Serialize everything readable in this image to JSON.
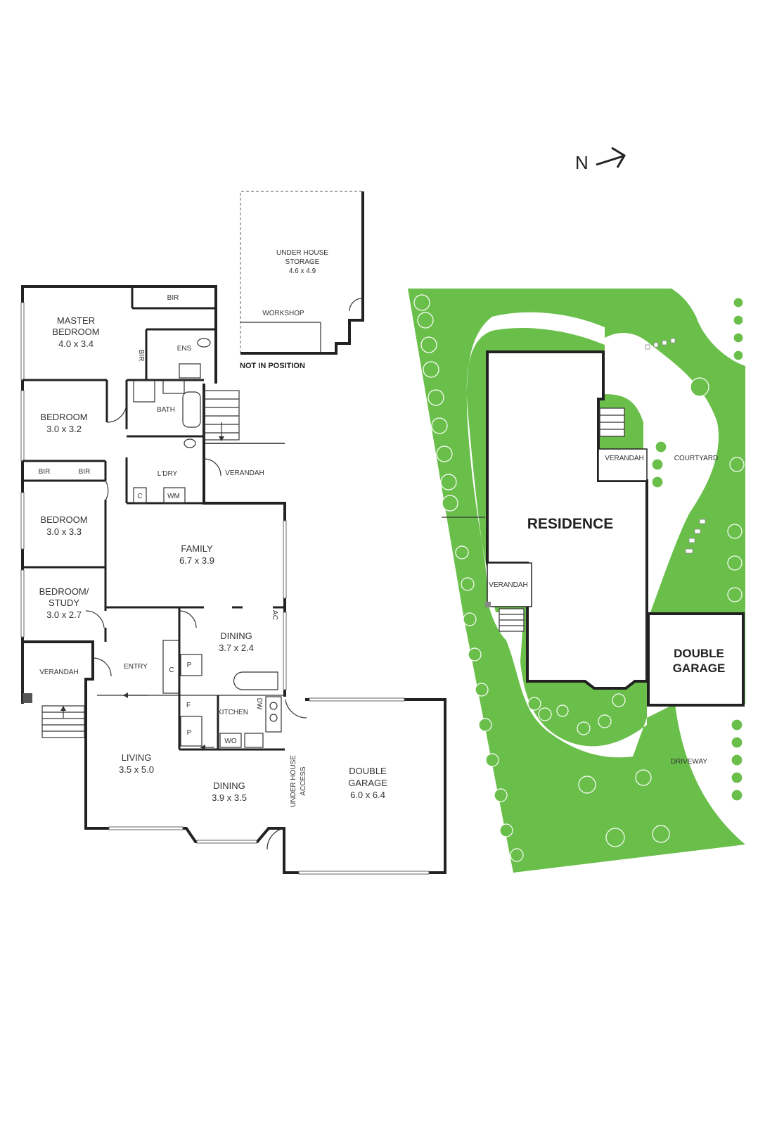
{
  "compass": {
    "label": "N"
  },
  "floor_plan": {
    "rooms": {
      "master_bedroom": {
        "name_line1": "MASTER",
        "name_line2": "BEDROOM",
        "dims": "4.0 x 3.4"
      },
      "bir_master": {
        "name": "BIR"
      },
      "bir_master_side": {
        "name": "BIR"
      },
      "ens": {
        "name": "ENS"
      },
      "bedroom_2": {
        "name": "BEDROOM",
        "dims": "3.0 x 3.2"
      },
      "bath": {
        "name": "BATH"
      },
      "bir_2": {
        "name": "BIR"
      },
      "bir_3": {
        "name": "BIR"
      },
      "ldry": {
        "name": "L'DRY"
      },
      "c_ldry": {
        "name": "C"
      },
      "wm": {
        "name": "WM"
      },
      "bedroom_3": {
        "name": "BEDROOM",
        "dims": "3.0 x 3.3"
      },
      "verandah_rear": {
        "name": "VERANDAH"
      },
      "family": {
        "name": "FAMILY",
        "dims": "6.7 x 3.9"
      },
      "study": {
        "name_line1": "BEDROOM/",
        "name_line2": "STUDY",
        "dims": "3.0 x 2.7"
      },
      "dining_upper": {
        "name": "DINING",
        "dims": "3.7 x 2.4"
      },
      "ac": {
        "name": "AC"
      },
      "entry": {
        "name": "ENTRY"
      },
      "c_entry": {
        "name": "C"
      },
      "p_upper": {
        "name": "P"
      },
      "p_lower": {
        "name": "P"
      },
      "f": {
        "name": "F"
      },
      "verandah_front": {
        "name": "VERANDAH"
      },
      "kitchen": {
        "name": "KITCHEN"
      },
      "dw": {
        "name": "DW"
      },
      "wo": {
        "name": "WO"
      },
      "living": {
        "name": "LIVING",
        "dims": "3.5 x 5.0"
      },
      "dining_lower": {
        "name": "DINING",
        "dims": "3.9 x 3.5"
      },
      "under_house_access": {
        "name_line1": "UNDER HOUSE",
        "name_line2": "ACCESS"
      },
      "double_garage": {
        "name_line1": "DOUBLE",
        "name_line2": "GARAGE",
        "dims": "6.0 x 6.4"
      },
      "under_house_storage": {
        "name_line1": "UNDER HOUSE",
        "name_line2": "STORAGE",
        "dims": "4.6 x 4.9"
      },
      "workshop": {
        "name": "WORKSHOP"
      }
    },
    "not_in_position": "NOT IN POSITION"
  },
  "site_plan": {
    "residence": "RESIDENCE",
    "verandah_top": "VERANDAH",
    "verandah_left": "VERANDAH",
    "courtyard": "COURTYARD",
    "double_garage_line1": "DOUBLE",
    "double_garage_line2": "GARAGE",
    "driveway": "DRIVEWAY"
  },
  "colors": {
    "lawn": "#6abf4b",
    "wall": "#222222",
    "background": "#ffffff"
  }
}
